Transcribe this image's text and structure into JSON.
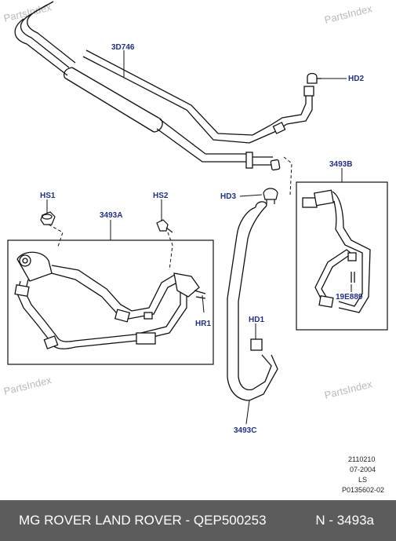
{
  "watermarks": [
    "PartsIndex",
    "PartsIndex",
    "PartsIndex",
    "PartsIndex"
  ],
  "callouts": {
    "c3d746": "3D746",
    "hd2": "HD2",
    "hs1": "HS1",
    "hs2": "HS2",
    "c3493a": "3493A",
    "hd3": "HD3",
    "c3493b": "3493B",
    "c19e889": "19E889",
    "hr1": "HR1",
    "hd1": "HD1",
    "c3493c": "3493C"
  },
  "meta": {
    "code": "2110210",
    "date": "07-2004",
    "initials": "LS",
    "ref": "P0135602-02"
  },
  "footer": {
    "title": "MG ROVER LAND ROVER - QEP500253",
    "part": "N - 3493a"
  }
}
